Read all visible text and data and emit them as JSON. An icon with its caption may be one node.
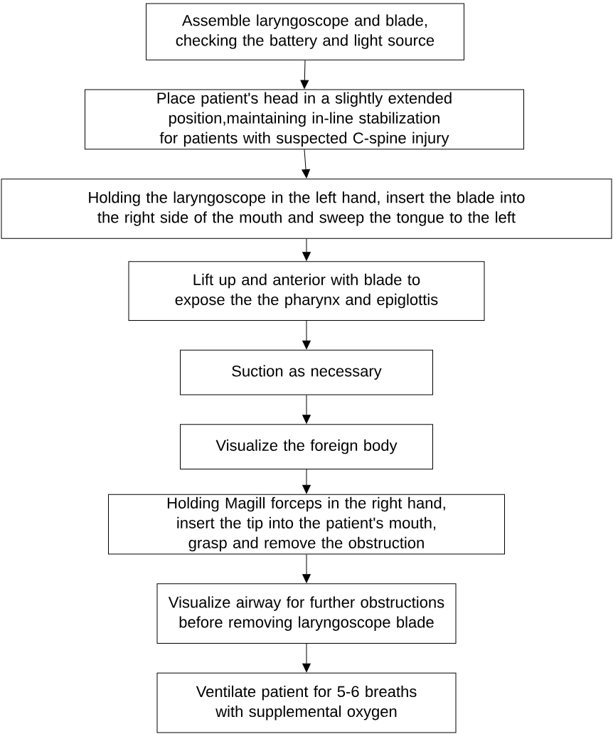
{
  "diagram": {
    "nodes": [
      {
        "text": [
          "Assemble laryngoscope and blade, checking the battery and light source"
        ]
      },
      {
        "text": [
          "Place patient's head in a slightly extended position,maintaining in-line stabilization for patients with suspected C-spine injury"
        ]
      },
      {
        "text": [
          "Holding the laryngoscope in the left hand, insert the blade into the right side of the mouth and sweep the tongue to the left"
        ]
      },
      {
        "text": [
          "Lift up and anterior with blade to expose the the pharynx and epiglottis"
        ]
      },
      {
        "text": [
          "Suction as necessary"
        ]
      },
      {
        "text": [
          "Visualize the foreign body"
        ]
      },
      {
        "text": [
          "Holding Magill forceps in the right hand, insert the tip into the patient's mouth, grasp and remove the obstruction"
        ]
      },
      {
        "text": [
          "Visualize airway for further obstructions before removing laryngoscope blade"
        ]
      },
      {
        "text": [
          "Ventilate patient for 5-6 breaths with supplemental oxygen"
        ]
      }
    ],
    "edges": [
      {
        "from": 0,
        "to": 1,
        "arrow": "to"
      },
      {
        "from": 1,
        "to": 2,
        "arrow": "to"
      },
      {
        "from": 2,
        "to": 3,
        "arrow": "to"
      },
      {
        "from": 3,
        "to": 4,
        "arrow": "to"
      },
      {
        "from": 4,
        "to": 5,
        "arrow": "to"
      },
      {
        "from": 5,
        "to": 6,
        "arrow": "to"
      },
      {
        "from": 6,
        "to": 7,
        "arrow": "to"
      },
      {
        "from": 7,
        "to": 8,
        "arrow": "to"
      }
    ]
  }
}
